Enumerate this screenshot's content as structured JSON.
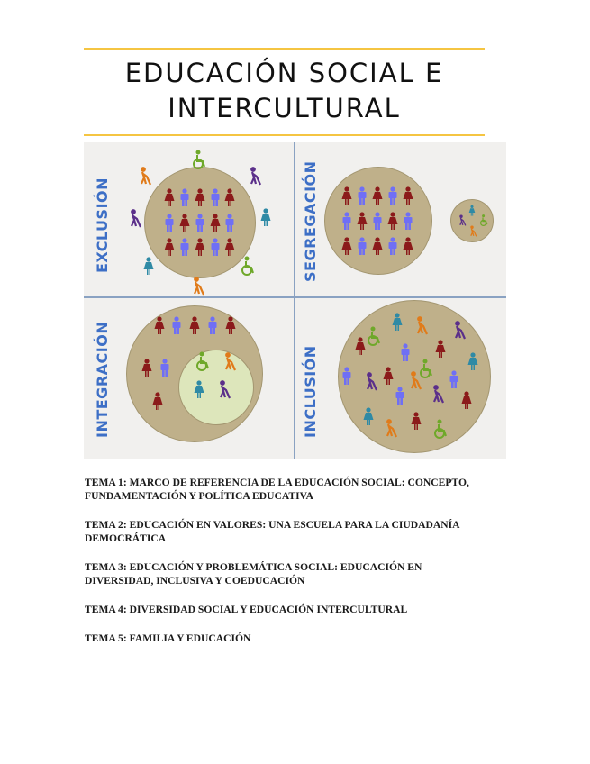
{
  "document": {
    "title_line1": "EDUCACIÓN SOCIAL E",
    "title_line2": "INTERCULTURAL",
    "accent_rule_color": "#f5c542"
  },
  "diagram": {
    "quadrants": [
      {
        "label": "EXCLUSIÓN",
        "description": "Majority group inside circle; diverse people scattered outside"
      },
      {
        "label": "SEGREGACIÓN",
        "description": "Majority group in large circle; diverse people in separate small circle"
      },
      {
        "label": "INTEGRACIÓN",
        "description": "Diverse people in an inner circle within the majority circle"
      },
      {
        "label": "INCLUSIÓN",
        "description": "All people mixed together in one circle"
      }
    ],
    "colors": {
      "label": "#3d6fc6",
      "circle": "#bfb08a",
      "inner_circle": "#dde6bb",
      "woman": "#8b1a1a",
      "man": "#6f6ff5",
      "teal": "#2f8aa5",
      "orange": "#e07b1a",
      "purple": "#5b2f8a",
      "green": "#6fa82a"
    }
  },
  "topics": [
    {
      "line1": "TEMA 1: MARCO DE REFERENCIA DE LA EDUCACIÓN SOCIAL: CONCEPTO,",
      "line2": "FUNDAMENTACIÓN Y POLÍTICA EDUCATIVA"
    },
    {
      "line1": "TEMA 2: EDUCACIÓN EN VALORES: UNA ESCUELA PARA LA CIUDADANÍA",
      "line2": "DEMOCRÁTICA"
    },
    {
      "line1": "TEMA 3: EDUCACIÓN Y PROBLEMÁTICA SOCIAL: EDUCACIÓN EN",
      "line2": "DIVERSIDAD, INCLUSIVA Y COEDUCACIÓN"
    },
    {
      "line1": "TEMA 4: DIVERSIDAD SOCIAL Y EDUCACIÓN INTERCULTURAL"
    },
    {
      "line1": "TEMA 5: FAMILIA Y EDUCACIÓN"
    }
  ]
}
